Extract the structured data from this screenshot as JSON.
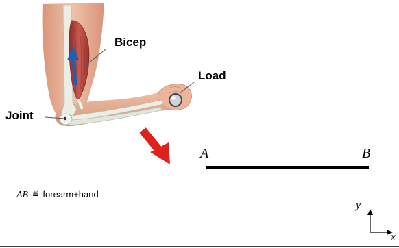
{
  "labels": {
    "bicep": "Bicep",
    "load": "Load",
    "joint": "Joint"
  },
  "beam": {
    "left_point": "A",
    "right_point": "B"
  },
  "definition": {
    "symbol": "AB",
    "operator": "≝",
    "text": "forearm+hand"
  },
  "axes": {
    "x_label": "x",
    "y_label": "y"
  },
  "colors": {
    "muscle": "#b5463f",
    "skin": "#e8b49a",
    "bone": "#eef0ea",
    "force_arrow": "#1f5fb0",
    "pointer_arrow": "#e0211b",
    "beam": "#000000"
  }
}
